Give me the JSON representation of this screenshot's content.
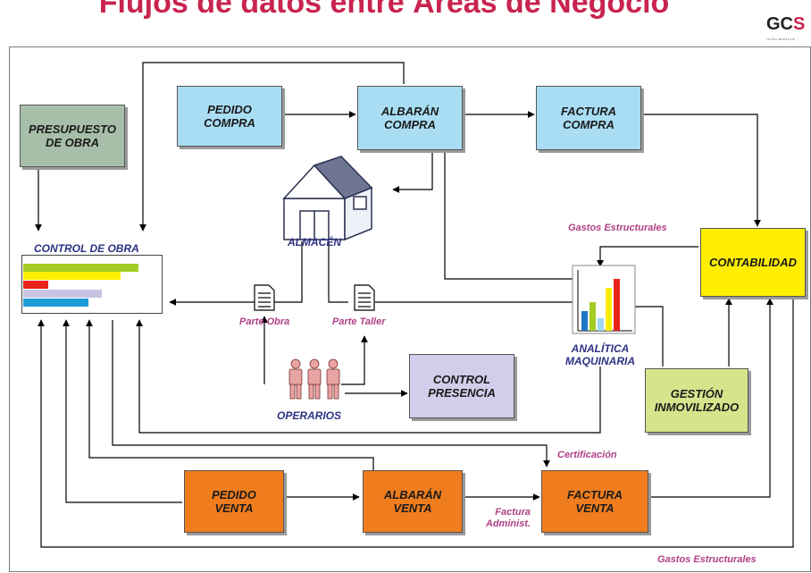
{
  "title": "Flujos de datos entre Áreas de Negocio",
  "logo": {
    "main": "GC",
    "accent": "S",
    "sub": "informatica"
  },
  "boxes": {
    "presupuesto": "PRESUPUESTO\nDE OBRA",
    "pedido_compra": "PEDIDO\nCOMPRA",
    "albaran_compra": "ALBARÁN\nCOMPRA",
    "factura_compra": "FACTURA\nCOMPRA",
    "contabilidad": "CONTABILIDAD",
    "control_presencia": "CONTROL\nPRESENCIA",
    "gestion_inmovilizado": "GESTIÓN\nINMOVILIZADO",
    "pedido_venta": "PEDIDO\nVENTA",
    "albaran_venta": "ALBARÁN\nVENTA",
    "factura_venta": "FACTURA\nVENTA"
  },
  "labels": {
    "control_obra": "CONTROL DE OBRA",
    "almacen": "ALMACÉN",
    "operarios": "OPERARIOS",
    "analitica": "ANALÍTICA\nMAQUINARIA",
    "parte_obra": "Parte Obra",
    "parte_taller": "Parte Taller",
    "gastos_estructurales_top": "Gastos Estructurales",
    "gastos_estructurales_bottom": "Gastos Estructurales",
    "certificacion": "Certificación",
    "factura_administ": "Factura\nAdminist."
  },
  "colors": {
    "title": "#c8244f",
    "purchase_box": "#a9ddf3",
    "sales_box": "#ef7d1e",
    "accounting_box": "#ffee00",
    "budget_box": "#a7bfa9",
    "presence_box": "#d1cdea",
    "fixed_assets_box": "#d6e48c",
    "label_navy": "#2e3284",
    "label_magenta": "#b04086"
  },
  "control_obra_bars": [
    {
      "level": 0.83,
      "color": "#a3cc24"
    },
    {
      "level": 0.7,
      "color": "#ffee00"
    },
    {
      "level": 0.18,
      "color": "#e8231c"
    },
    {
      "level": 0.57,
      "color": "#c9c3e4"
    },
    {
      "level": 0.47,
      "color": "#1d9bd7"
    }
  ]
}
